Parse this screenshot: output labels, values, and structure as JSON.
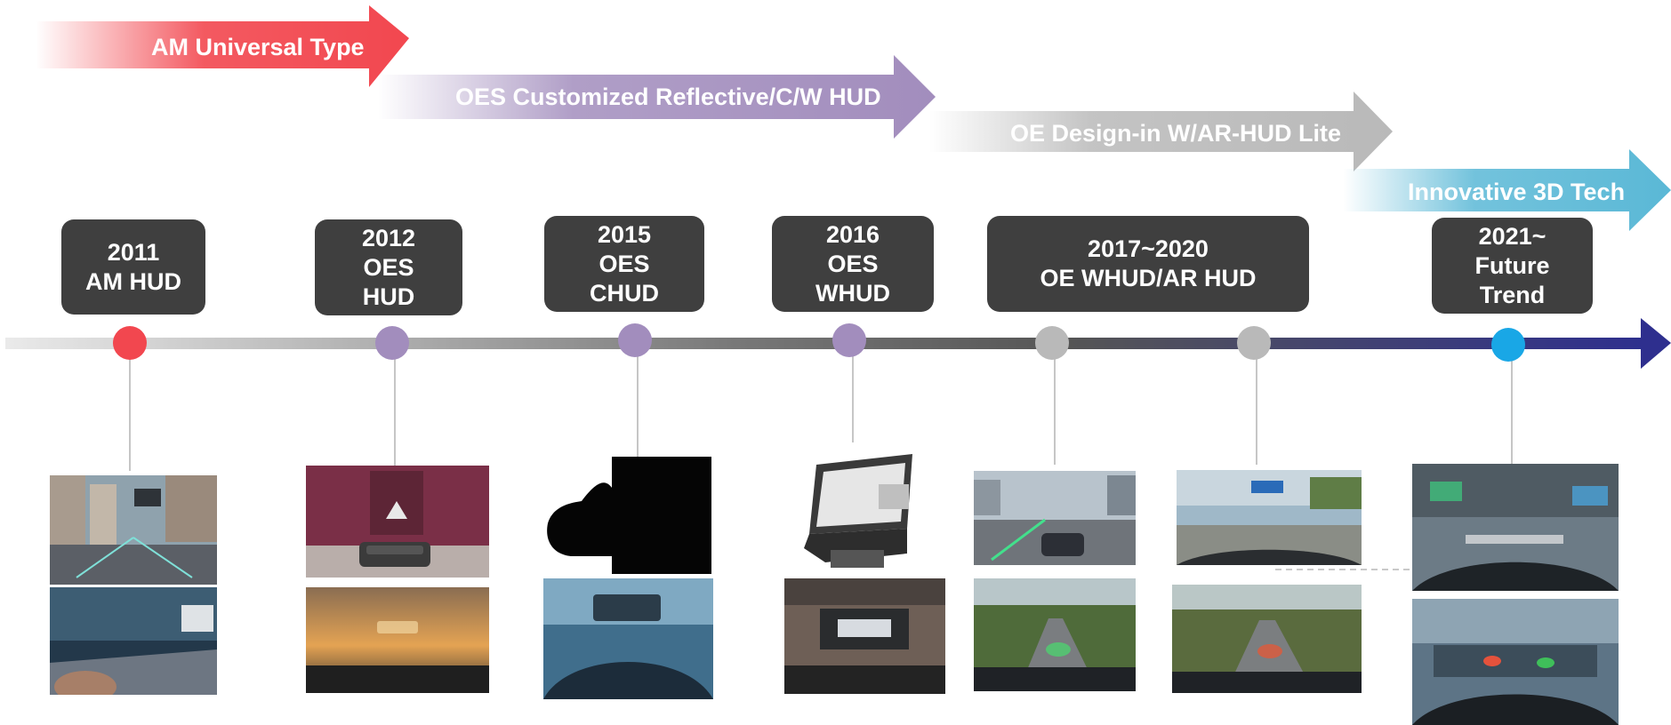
{
  "phases": [
    {
      "label": "AM Universal Type",
      "color": "#f2474f"
    },
    {
      "label": "OES Customized Reflective/C/W HUD",
      "color": "#a28dbd"
    },
    {
      "label": "OE Design-in W/AR-HUD Lite",
      "color": "#b9b9b9"
    },
    {
      "label": "Innovative 3D Tech",
      "color": "#5ab8d6"
    }
  ],
  "milestones": [
    {
      "lines": [
        "2011",
        "AM HUD"
      ],
      "color": "#f2474f"
    },
    {
      "lines": [
        "2012",
        "OES",
        "HUD"
      ],
      "color": "#a28dbd"
    },
    {
      "lines": [
        "2015",
        "OES",
        "CHUD"
      ],
      "color": "#a28dbd"
    },
    {
      "lines": [
        "2016",
        "OES",
        "WHUD"
      ],
      "color": "#a28dbd"
    },
    {
      "lines": [
        "2017~2020",
        "OE WHUD/AR HUD"
      ],
      "color": "#b9b9b9"
    },
    {
      "lines": [
        "2021~",
        "Future",
        "Trend"
      ],
      "color": "#19a7e6"
    }
  ],
  "timeline_colors": {
    "start": "#eaeaea",
    "mid": "#777777",
    "end": "#2e2f8e"
  },
  "images": [
    {
      "name": "am-hud-city-ar-photo",
      "theme": "city"
    },
    {
      "name": "am-hud-dashboard-photo",
      "theme": "blue-dash"
    },
    {
      "name": "oes-hud-device-photo",
      "theme": "magenta-device"
    },
    {
      "name": "oes-hud-sunset-photo",
      "theme": "sunset"
    },
    {
      "name": "oes-chud-device-photo",
      "theme": "dark-device"
    },
    {
      "name": "oes-chud-dashboard-photo",
      "theme": "blue-dash"
    },
    {
      "name": "oes-whud-unit-photo",
      "theme": "product"
    },
    {
      "name": "oes-whud-room-photo",
      "theme": "room"
    },
    {
      "name": "oe-whud-highway-photo",
      "theme": "highway"
    },
    {
      "name": "oe-whud-road-photo-1",
      "theme": "road"
    },
    {
      "name": "oe-whud-highway-sign-photo",
      "theme": "sky-road"
    },
    {
      "name": "oe-whud-road-photo-2",
      "theme": "road"
    },
    {
      "name": "future-ar-crosswalk-photo",
      "theme": "ar-street"
    },
    {
      "name": "future-ar-dashboard-photo",
      "theme": "ar-dash"
    }
  ]
}
